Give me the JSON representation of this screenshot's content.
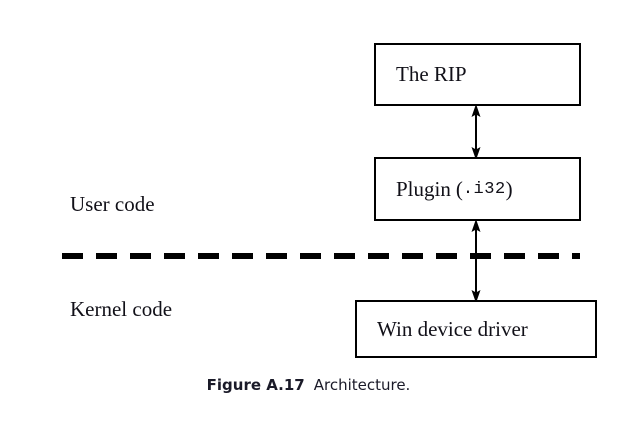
{
  "figure": {
    "background_color": "#ffffff",
    "stroke_color": "#000000",
    "text_color": "#111018",
    "caption": {
      "number": "Figure A.17",
      "text": "Architecture."
    },
    "regions": [
      {
        "id": "user",
        "label": "User code"
      },
      {
        "id": "kernel",
        "label": "Kernel code"
      }
    ],
    "boxes": [
      {
        "id": "rip",
        "label": "The RIP"
      },
      {
        "id": "plugin",
        "label": "Plugin",
        "open_paren": "(",
        "extension": ".i32",
        "close_paren": ")"
      },
      {
        "id": "driver",
        "label": "Win device driver"
      }
    ],
    "connectors": [
      {
        "id": "rip-plugin",
        "from": "rip",
        "to": "plugin",
        "style": "double-headed-arrow"
      },
      {
        "id": "plugin-driver",
        "from": "plugin",
        "to": "driver",
        "style": "double-headed-arrow"
      }
    ],
    "divider": {
      "id": "user-kernel-boundary",
      "style": "dashed",
      "icon": "dashed-line-icon"
    }
  }
}
